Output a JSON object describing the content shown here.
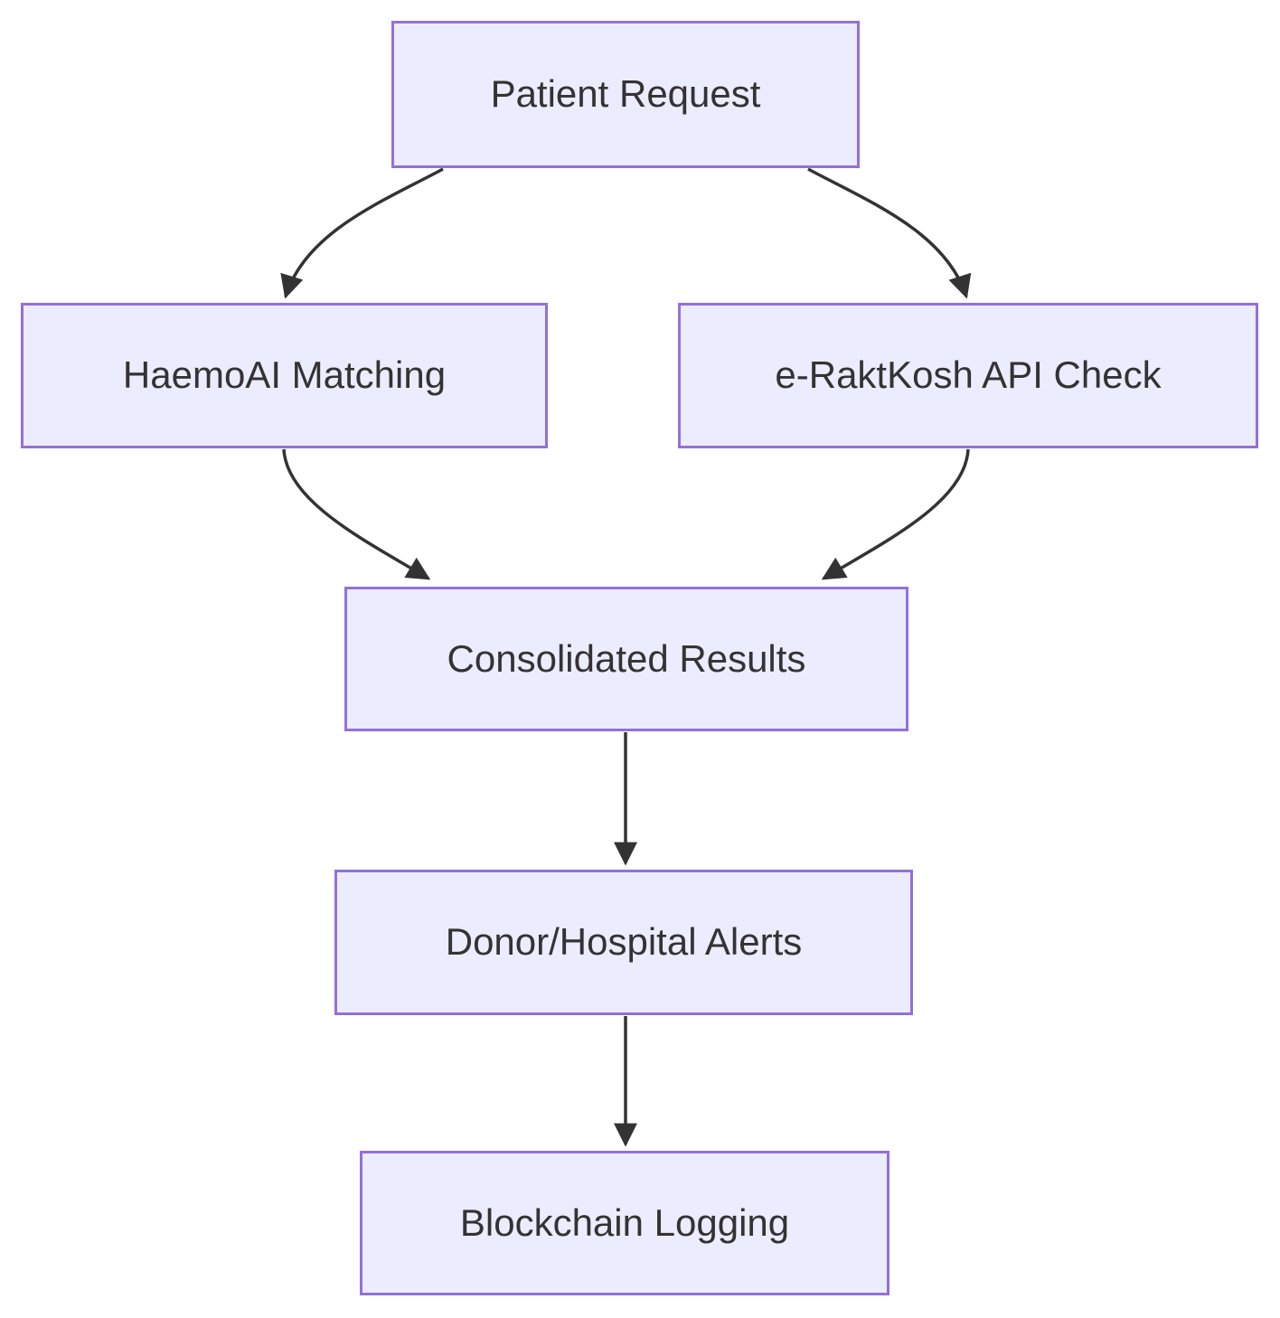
{
  "diagram": {
    "type": "flowchart",
    "direction": "top-down",
    "colors": {
      "node_fill": "#ECECFF",
      "node_border": "#9370DB",
      "edge": "#333333",
      "text": "#333333",
      "background": "#FFFFFF"
    },
    "nodes": [
      {
        "id": "patient-request",
        "label": "Patient Request"
      },
      {
        "id": "haemoai-matching",
        "label": "HaemoAI Matching"
      },
      {
        "id": "eraktkosh-api-check",
        "label": "e-RaktKosh API Check"
      },
      {
        "id": "consolidated-results",
        "label": "Consolidated Results"
      },
      {
        "id": "donor-hospital-alerts",
        "label": "Donor/Hospital Alerts"
      },
      {
        "id": "blockchain-logging",
        "label": "Blockchain Logging"
      }
    ],
    "edges": [
      {
        "from": "patient-request",
        "to": "haemoai-matching"
      },
      {
        "from": "patient-request",
        "to": "eraktkosh-api-check"
      },
      {
        "from": "haemoai-matching",
        "to": "consolidated-results"
      },
      {
        "from": "eraktkosh-api-check",
        "to": "consolidated-results"
      },
      {
        "from": "consolidated-results",
        "to": "donor-hospital-alerts"
      },
      {
        "from": "donor-hospital-alerts",
        "to": "blockchain-logging"
      }
    ]
  }
}
